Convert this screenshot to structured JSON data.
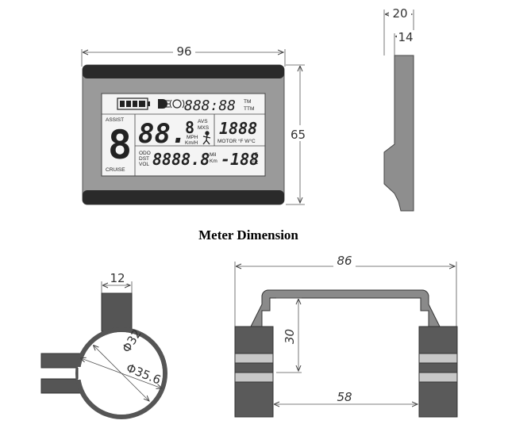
{
  "title": "Meter Dimension",
  "dimensions": {
    "front_width": "96",
    "front_height": "65",
    "side_total": "20",
    "side_top": "14",
    "clamp_width": "12",
    "clamp_inner": "Φ32",
    "clamp_outer": "Φ35.6",
    "bracket_width": "86",
    "bracket_height": "30",
    "bracket_inner": "58"
  },
  "lcd": {
    "clock": "888:88",
    "tm": "TM",
    "ttm": "TTM",
    "assist": "ASSIST",
    "assist_digit": "8",
    "cruise": "CRUISE",
    "speed": "88.",
    "small_digit": "8",
    "avs": "AVS",
    "mxs": "MXS",
    "mph": "MPH",
    "kmh": "Km/H",
    "motor_value": "1888",
    "motor_label": "MOTOR °F W°C",
    "odo": "ODO",
    "dst": "DST",
    "vol": "VOL",
    "odo_value": "8888.8",
    "mil": "Mil",
    "km": "Km",
    "temp_value": "-188",
    "f_unit": "°F",
    "c_unit": "°C"
  },
  "colors": {
    "bezel": "#2a2a2a",
    "body": "#9a9a9a",
    "lcd": "#f4f4f4",
    "clamp": "#555555",
    "light": "#c8c8c8"
  }
}
